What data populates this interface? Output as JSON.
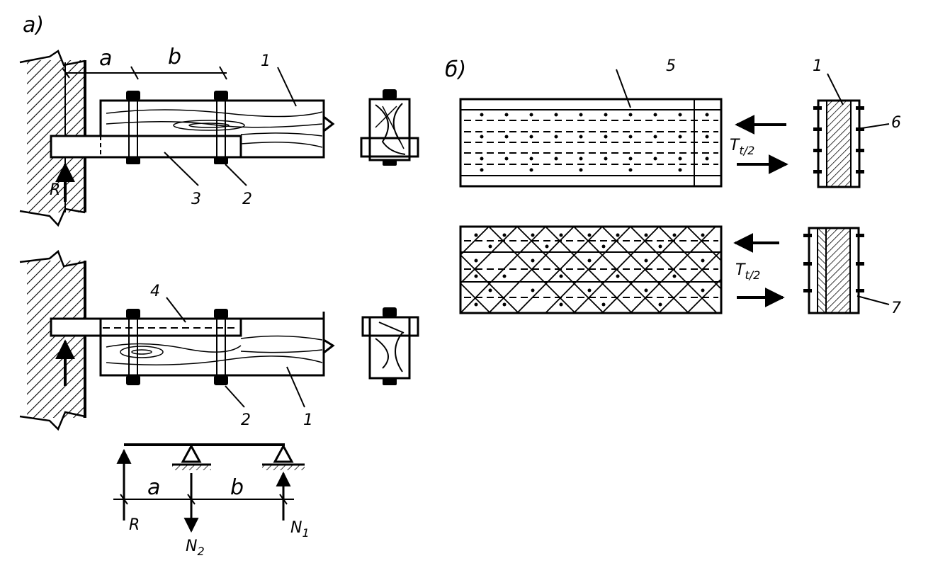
{
  "panel_a": {
    "panel_label": "a)",
    "dim_a": "a",
    "dim_b": "b",
    "reaction": "R",
    "label_1_top": "1",
    "label_2_top": "2",
    "label_3": "3",
    "label_4": "4",
    "label_2_bottom": "2",
    "label_1_bottom": "1"
  },
  "scheme": {
    "dim_a": "a",
    "dim_b": "b",
    "R": "R",
    "N2_main": "N",
    "N2_sub": "2",
    "N1_main": "N",
    "N1_sub": "1"
  },
  "panel_b": {
    "panel_label": "б)",
    "label_5": "5",
    "label_1": "1",
    "label_6": "6",
    "label_7": "7",
    "force_top_main": "T",
    "force_top_sub": "t/2",
    "force_bottom_main": "T",
    "force_bottom_sub": "t/2"
  },
  "colors": {
    "ink": "#000000",
    "paper": "#ffffff"
  }
}
